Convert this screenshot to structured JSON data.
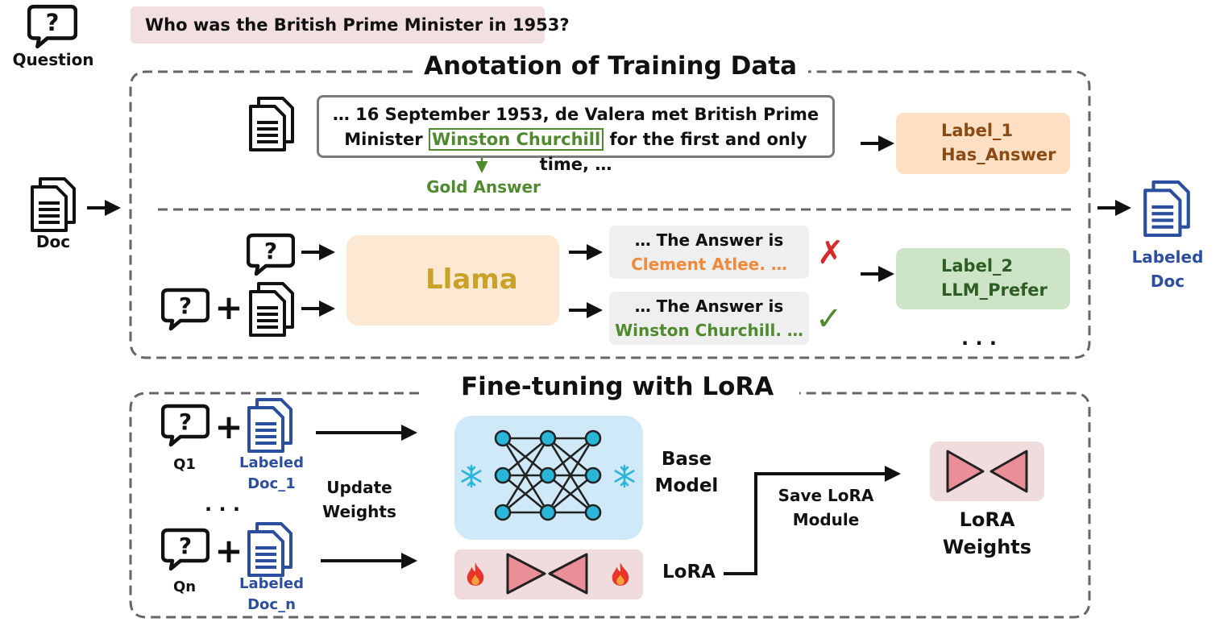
{
  "question": {
    "icon_label": "Question",
    "text": "Who was the British Prime Minister in 1953?"
  },
  "doc_label": "Doc",
  "annotation": {
    "title": "Anotation of Training Data",
    "passage_line1": "… 16 September 1953, de Valera met British Prime",
    "passage_prefix": "Minister",
    "passage_highlight": "Winston Churchill",
    "passage_suffix": "for the first and only time, …",
    "gold_answer": "Gold Answer",
    "label1_line1": "Label_1",
    "label1_line2": "Has_Answer",
    "llm_name": "Llama",
    "answer1_prefix": "… The Answer is",
    "answer1_value": "Clement Atlee. …",
    "answer1_mark": "✗",
    "answer2_prefix": "… The Answer is",
    "answer2_value": "Winston Churchill. …",
    "answer2_mark": "✓",
    "label2_line1": "Label_2",
    "label2_line2": "LLM_Prefer",
    "more": ". . .",
    "labeled_doc_line1": "Labeled",
    "labeled_doc_line2": "Doc"
  },
  "finetune": {
    "title": "Fine-tuning with LoRA",
    "q1": "Q1",
    "doc1_line1": "Labeled",
    "doc1_line2": "Doc_1",
    "dots": ". . .",
    "qn": "Qn",
    "docn_line1": "Labeled",
    "docn_line2": "Doc_n",
    "update_line1": "Update",
    "update_line2": "Weights",
    "base_line1": "Base",
    "base_line2": "Model",
    "lora_label": "LoRA",
    "save_line1": "Save LoRA",
    "save_line2": "Module",
    "weights_line1": "LoRA",
    "weights_line2": "Weights"
  },
  "colors": {
    "accent_blue": "#2b4e9e",
    "gold_green": "#4f8a2e",
    "wrong_red": "#d62b2b",
    "node_cyan": "#29b5d8",
    "lora_pink": "#ea8e98"
  },
  "icons": [
    "question-bubble-icon",
    "document-icon",
    "labeled-document-icon",
    "llama-icon",
    "cube-icon",
    "tag-icon",
    "snowflake-icon",
    "fire-icon",
    "bowtie-icon",
    "network-icon"
  ]
}
